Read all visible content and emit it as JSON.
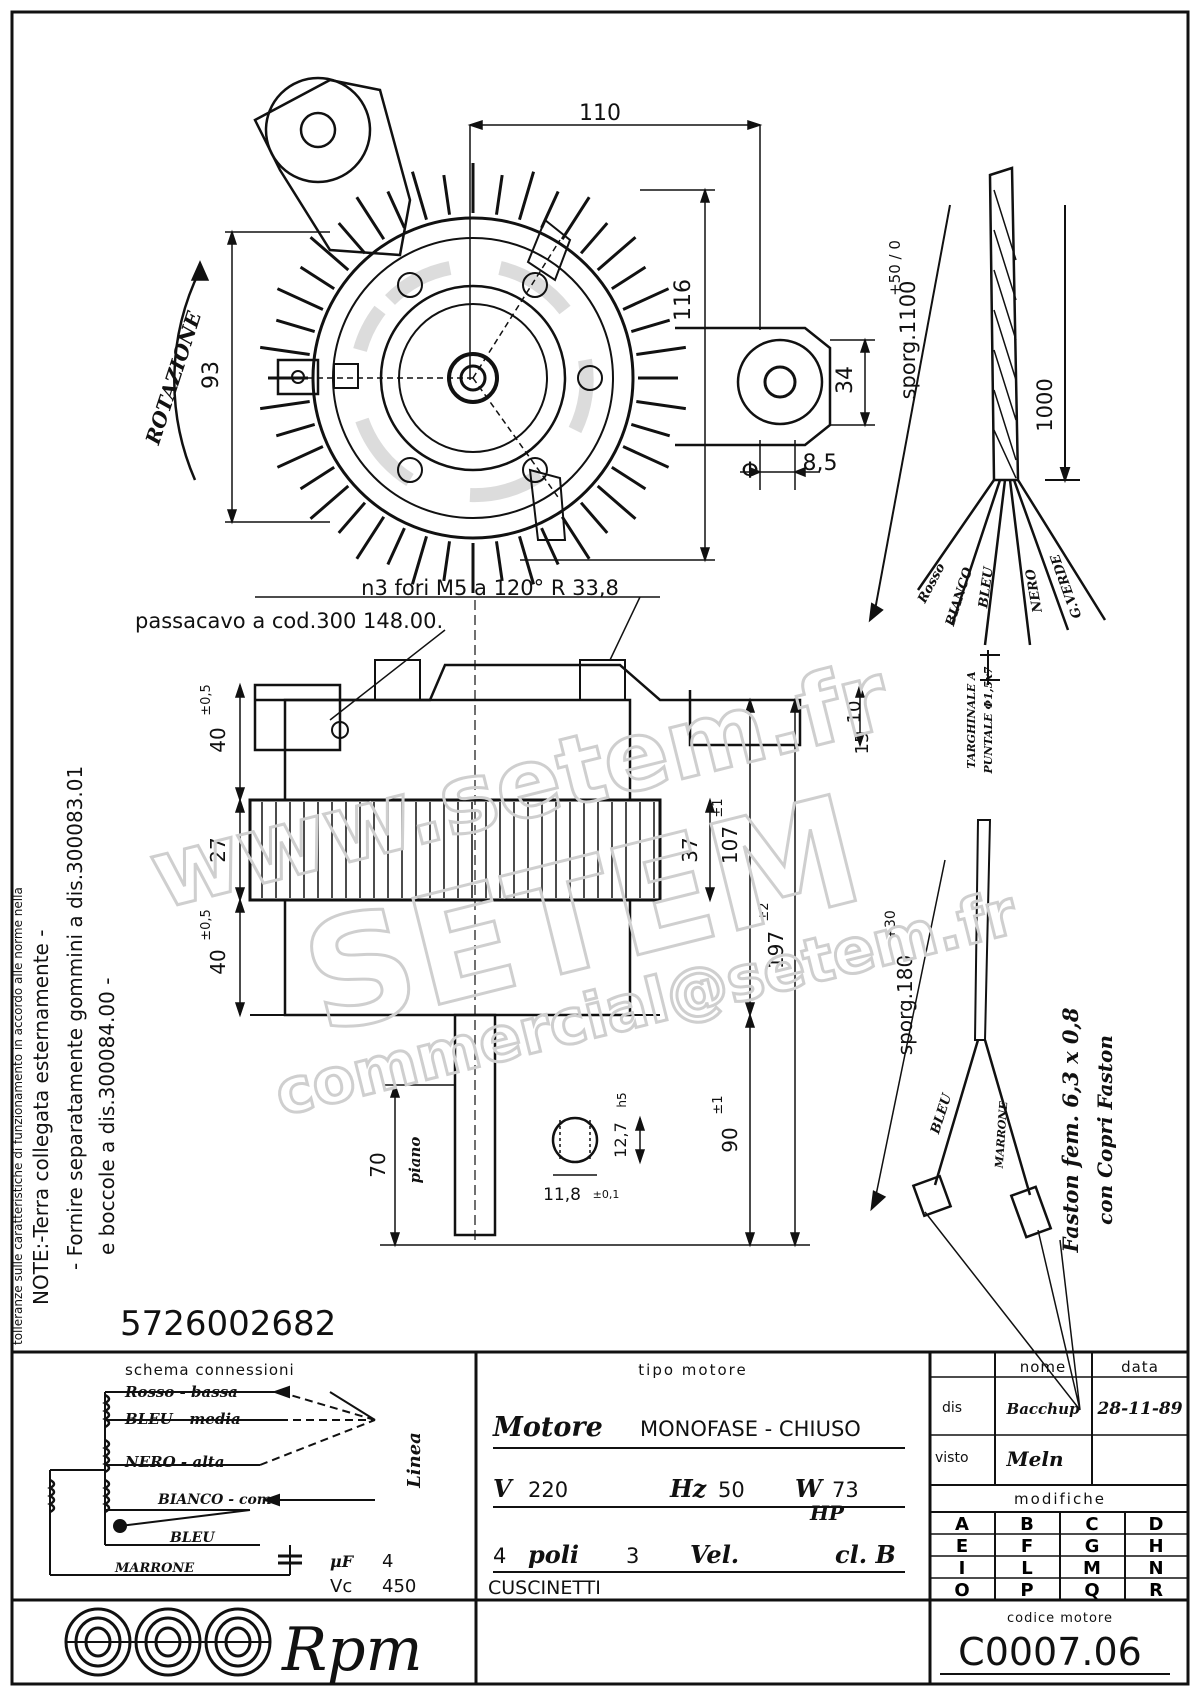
{
  "drawing": {
    "dim_110": "110",
    "dim_116": "116",
    "dim_93": "93",
    "dim_34": "34",
    "dim_8_5": "8,5",
    "phi": "Φ",
    "rotation": "ROTAZIONE",
    "sporg_1100": "sporg.1100",
    "tol_1100": "+50 / 0",
    "dim_1000": "1000",
    "wire_rosso": "Rosso",
    "wire_bianco": "BIANCO",
    "wire_bleu": "BLEU",
    "wire_nero": "NERO",
    "wire_giallo": "G.VERDE",
    "holes_note": "n3 fori  M5 a 120°    R 33,8",
    "passacavo": "passacavo a cod.300 148.00.",
    "dim_40a": "40",
    "tol_40a": "±0,5",
    "dim_27": "27",
    "dim_40b": "40",
    "tol_40b": "±0,5",
    "dim_37": "37",
    "dim_107": "107",
    "tol_107": "±1",
    "dim_197": "197",
    "tol_197": "±2",
    "dim_10": "10",
    "dim_15": "15",
    "terminal_line1": "TARGHINALE A",
    "terminal_line2": "PUNTALE Φ1,5x7",
    "sporg_180": "sporg.180",
    "tol_180": "+30",
    "dim_70": "70",
    "piano": "piano",
    "dim_12_7": "12,7",
    "tol_12_7": "h5",
    "dim_118": "11,8",
    "tol_118": "±0,1",
    "dim_90": "90",
    "tol_90": "±1",
    "wire_bleu2": "BLEU",
    "wire_marrone": "MARRONE",
    "faston_line1": "Faston fem. 6,3 x 0,8",
    "faston_line2": "con Copri Faston",
    "note_1": "NOTE:-Terra collegata esternamente -",
    "note_2": "- Fornire separatamente gommini a dis.300083.01",
    "note_3": "e boccole a dis.300084.00 -",
    "side_note": "tolleranze sulle caratteristiche di funzionamento in accordo alle norme nella",
    "part_number": "5726002682"
  },
  "watermark": {
    "line1": "www.setem.fr",
    "line2": "SETEM",
    "line3": "commercial@setem.fr"
  },
  "schema": {
    "title": "schema   connessioni",
    "rosso": "Rosso - bassa",
    "bleu": "BLEU - media",
    "nero": "NERO - alta",
    "bianco": "BIANCO - com.",
    "bleu2": "BLEU",
    "marrone": "MARRONE",
    "linea": "Linea",
    "cap_uf_label": "μF",
    "cap_uf_value": "4",
    "cap_vc_label": "Vc",
    "cap_vc_value": "450"
  },
  "motor": {
    "header": "tipo   motore",
    "name_bold": "Motore",
    "name_rest": "MONOFASE - CHIUSO",
    "v_label": "V",
    "v_value": "220",
    "hz_label": "Hz",
    "hz_value": "50",
    "w_label": "W",
    "w_value": "73",
    "hp_label": "HP",
    "poli_value": "4",
    "poli_label": "poli",
    "vel_value": "3",
    "vel_label": "Vel.",
    "class_label": "cl. B",
    "bearings": "CUSCINETTI"
  },
  "titleblock": {
    "col_nome": "nome",
    "col_data": "data",
    "row_dis": "dis",
    "dis_nome": "Bacchup",
    "dis_data": "28-11-89",
    "row_visto": "visto",
    "visto_nome": "Meln",
    "modifiche": "modifiche",
    "letters": [
      "A",
      "B",
      "C",
      "D",
      "E",
      "F",
      "G",
      "H",
      "I",
      "L",
      "M",
      "N",
      "O",
      "P",
      "Q",
      "R"
    ],
    "codice_label": "codice  motore",
    "codice_value": "C0007.06"
  },
  "logo": {
    "text": "Rpm"
  }
}
